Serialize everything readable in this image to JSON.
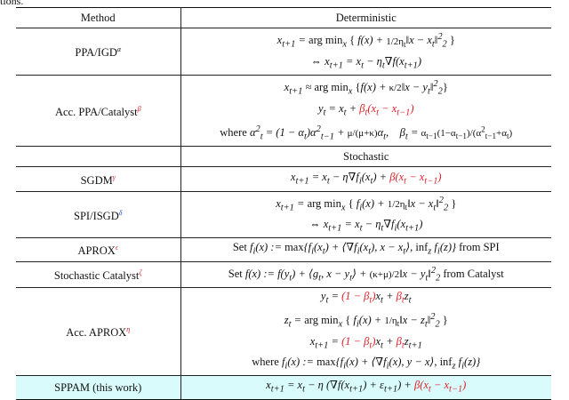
{
  "caption_fragment": "tions.",
  "header": {
    "method": "Method",
    "deterministic": "Deterministic",
    "stochastic": "Stochastic"
  },
  "rows": {
    "ppa": {
      "name": "PPA/IGD",
      "mark": "α",
      "l1": "x_{t+1} = arg min_x { f(x) + (1/2η_t)‖x − x_t‖²_2 }",
      "l2": "⇔ x_{t+1} = x_t − η_t∇f(x_{t+1})"
    },
    "accppa": {
      "name": "Acc. PPA/Catalyst",
      "mark": "β",
      "l1": "x_{t+1} ≈ arg min_x { f(x) + (κ/2)‖x − y_t‖²_2 }",
      "l2": "y_t = x_t + β_t(x_t − x_{t−1})",
      "l3": "where α²_t = (1 − α_t)α²_{t−1} + (μ/(μ+κ))α_t,   β_t = α_{t−1}(1−α_{t−1}) / (α²_{t−1} + α_t)"
    },
    "sgdm": {
      "name": "SGDM",
      "mark": "γ",
      "l1": "x_{t+1} = x_t − η∇f_i(x_t) + β(x_t − x_{t−1})"
    },
    "spi": {
      "name": "SPI/ISGD",
      "mark": "δ",
      "l1": "x_{t+1} = arg min_x { f_i(x) + (1/2η_t)‖x − x_t‖²_2 }",
      "l2": "⇔ x_{t+1} = x_t − η_t∇f_i(x_{t+1})"
    },
    "aprox": {
      "name": "APROX",
      "mark": "ϵ",
      "l1": "Set f_i(x) := max{ f_i(x_t) + ⟨∇f_i(x_t), x − x_t⟩, inf_z f_i(z) } from SPI"
    },
    "stocat": {
      "name": "Stochastic Catalyst",
      "mark": "ζ",
      "l1": "Set f(x) := f(y_t) + ⟨g_t, x − y_t⟩ + ((κ+μ)/2)‖x − y_t‖²_2 from Catalyst"
    },
    "accaprox": {
      "name": "Acc. APROX",
      "mark": "η",
      "l1": "y_t = (1 − β_t)x_t + β_t z_t",
      "l2": "z_t = arg min_x { f_i(x) + (1/η_t)‖x − z_t‖²_2 }",
      "l3": "x_{t+1} = (1 − β_t)x_t + β_t z_{t+1}",
      "l4": "where f_i(x) := max{ f_i(x) + ⟨∇f_i(x), y − x⟩, inf_z f_i(z) }"
    },
    "sppam": {
      "name": "SPPAM (this work)",
      "l1": "x_{t+1} = x_t − η(∇f(x_{t+1}) + ε_{t+1}) + β(x_t − x_{t−1})"
    }
  },
  "colors": {
    "highlight_red": "#e0202a",
    "superscript_blue": "#2a43d6",
    "last_row_bg": "#d9fbfc"
  }
}
